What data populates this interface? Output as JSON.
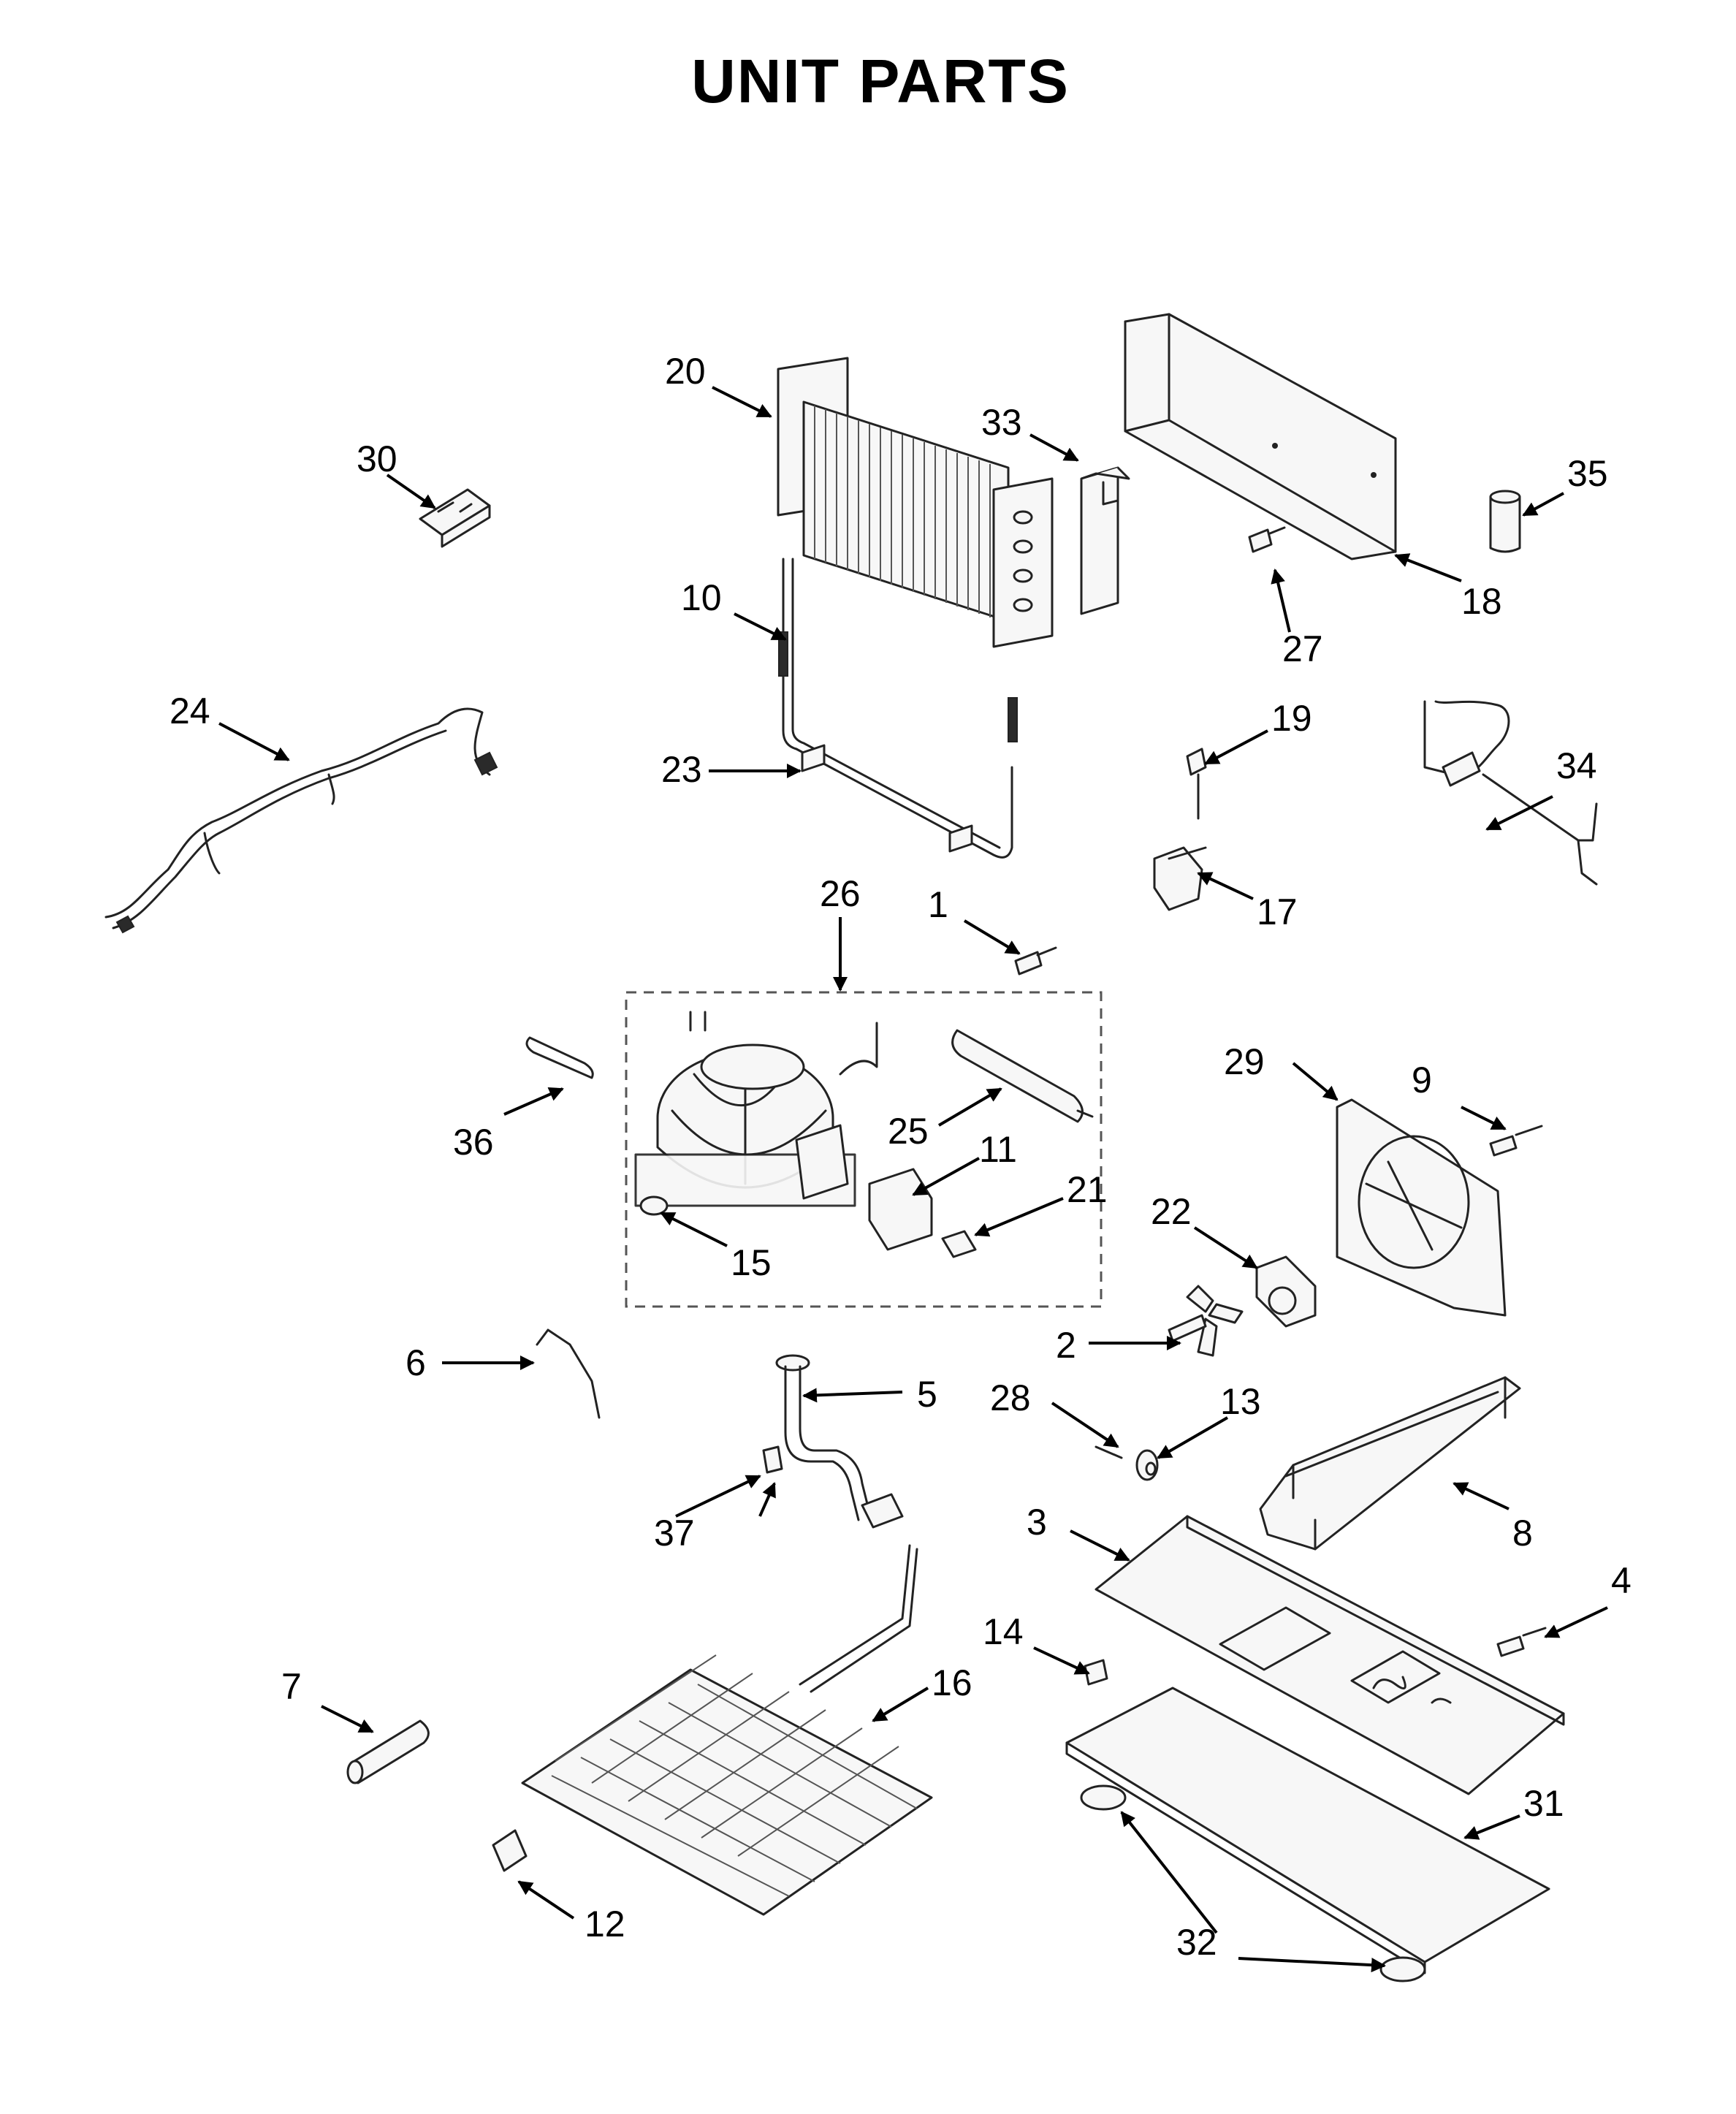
{
  "title": "UNIT  PARTS",
  "callouts": [
    "1",
    "2",
    "3",
    "4",
    "5",
    "6",
    "7",
    "8",
    "9",
    "10",
    "11",
    "12",
    "13",
    "14",
    "15",
    "16",
    "17",
    "18",
    "19",
    "20",
    "21",
    "22",
    "23",
    "24",
    "25",
    "26",
    "27",
    "28",
    "29",
    "30",
    "31",
    "32",
    "33",
    "34",
    "35",
    "36",
    "37"
  ]
}
